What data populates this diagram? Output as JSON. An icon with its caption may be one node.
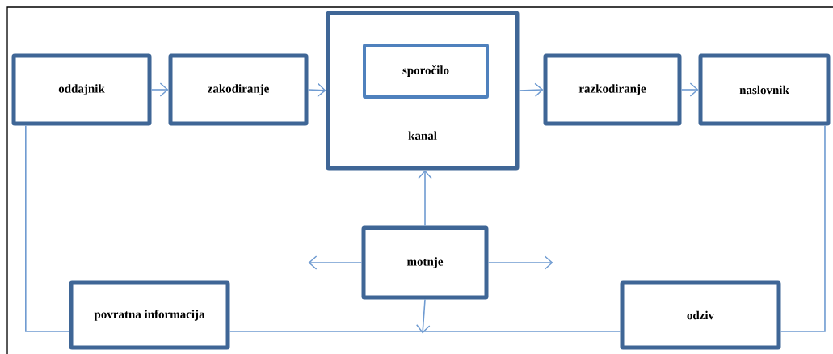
{
  "diagram": {
    "nodes": [
      {
        "text": [
          "oddajnik"
        ]
      },
      {
        "text": [
          "zakodiranje"
        ]
      },
      {
        "text": [
          "kanal"
        ]
      },
      {
        "text": [
          "sporočilo"
        ],
        "in": 2
      },
      {
        "text": [
          "razkodiranje"
        ]
      },
      {
        "text": [
          "naslovnik"
        ]
      },
      {
        "text": [
          "motnje"
        ]
      },
      {
        "text": [
          "povratna informacija"
        ]
      },
      {
        "text": [
          "odziv"
        ]
      }
    ],
    "edges": [
      {
        "from": 0,
        "to": 1,
        "arrow": "to"
      },
      {
        "from": 1,
        "to": 2,
        "arrow": "to"
      },
      {
        "from": 2,
        "to": 4,
        "arrow": "to"
      },
      {
        "from": 4,
        "to": 5,
        "arrow": "to"
      },
      {
        "from": 6,
        "to": 2,
        "arrow": "to"
      },
      {
        "from": 6,
        "to": null,
        "arrow": "to"
      },
      {
        "from": 6,
        "to": null,
        "arrow": "to"
      },
      {
        "from": 6,
        "to": null,
        "arrow": "to"
      },
      {
        "from": 5,
        "to": 8,
        "arrow": "none"
      },
      {
        "from": 8,
        "to": 7,
        "arrow": "none"
      },
      {
        "from": 7,
        "to": 0,
        "arrow": "none"
      }
    ]
  }
}
